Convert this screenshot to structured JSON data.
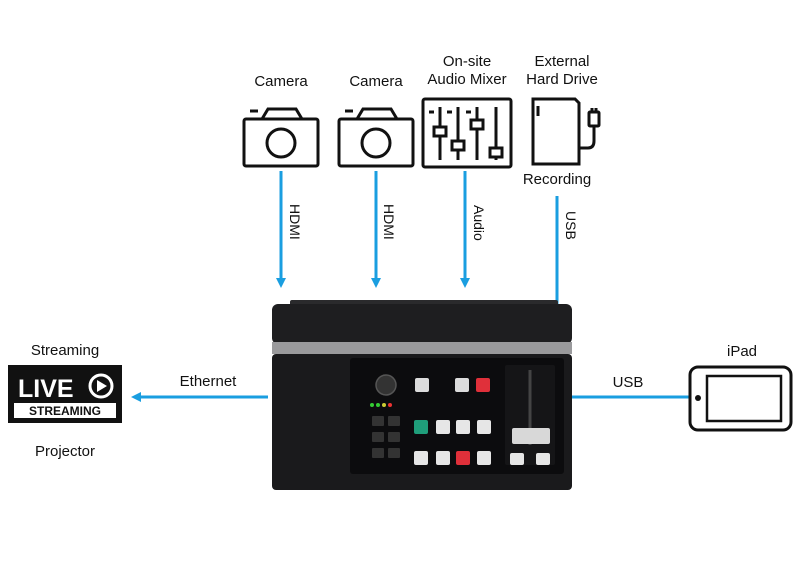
{
  "sources": {
    "camera1": "Camera",
    "camera2": "Camera",
    "mixer_line1": "On-site",
    "mixer_line2": "Audio Mixer",
    "drive_line1": "External",
    "drive_line2": "Hard Drive",
    "recording": "Recording"
  },
  "connections": {
    "hdmi1": "HDMI",
    "hdmi2": "HDMI",
    "audio": "Audio",
    "usb_top": "USB",
    "ethernet": "Ethernet",
    "usb_right": "USB"
  },
  "outputs": {
    "streaming": "Streaming",
    "live": "LIVE",
    "streaming_badge": "STREAMING",
    "projector": "Projector",
    "ipad": "iPad"
  },
  "colors": {
    "arrow": "#1a9ee0",
    "device": "#1c1c1e",
    "button_red": "#e0303a",
    "button_green": "#1f9e7a"
  }
}
